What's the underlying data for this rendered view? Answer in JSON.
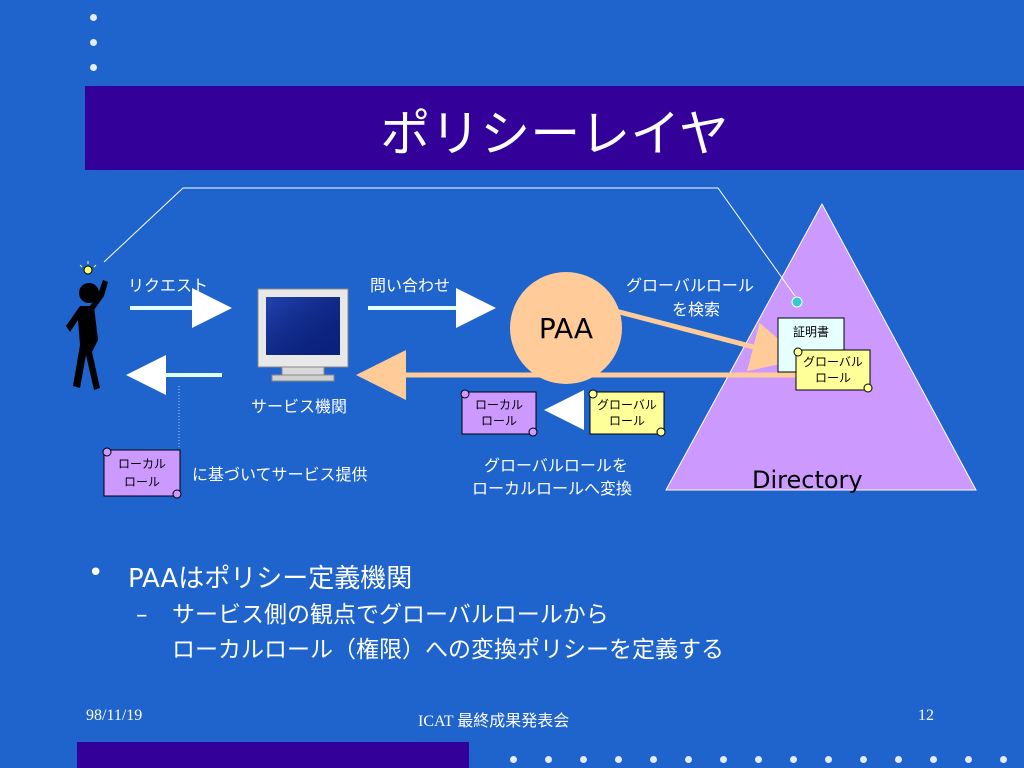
{
  "slide": {
    "title": "ポリシーレイヤ",
    "footer_date": "98/11/19",
    "footer_center": "ICAT 最終成果発表会",
    "footer_page": "12"
  },
  "diagram": {
    "request_label": "リクエスト",
    "service_label": "サービス機関",
    "inquiry_label": "問い合わせ",
    "paa_label": "PAA",
    "search_label_line1": "グローバルロール",
    "search_label_line2": "を検索",
    "certificate_label": "証明書",
    "global_role_dir_line1": "グローバル",
    "global_role_dir_line2": "ロール",
    "local_role_mid_line1": "ローカル",
    "local_role_mid_line2": "ロール",
    "global_role_mid_line1": "グローバル",
    "global_role_mid_line2": "ロール",
    "convert_line1": "グローバルロールを",
    "convert_line2": "ローカルロールへ変換",
    "local_role_left_line1": "ローカル",
    "local_role_left_line2": "ロール",
    "provide_label": "に基づいてサービス提供",
    "directory_label": "Directory"
  },
  "bullets": {
    "main_symbol": "•",
    "main_text": "PAAはポリシー定義機関",
    "sub_symbol": "–",
    "sub_line1": "サービス側の観点でグローバルロールから",
    "sub_line2": "ローカルロール（権限）への変換ポリシーを定義する"
  }
}
